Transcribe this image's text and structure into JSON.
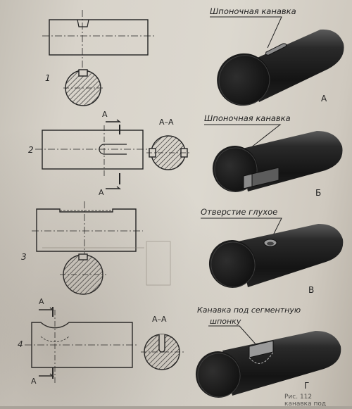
{
  "labels": {
    "keyway": "Шпоночная канавка",
    "keyway2": "Шпоночная канавка",
    "blind_hole": "Отверстие глухое",
    "segment_line1": "Канавка под сегментную",
    "segment_line2": "шпонку"
  },
  "numbers": [
    "1",
    "2",
    "3",
    "4"
  ],
  "letters": [
    "А",
    "Б",
    "В",
    "Г"
  ],
  "section": {
    "cut_letter": "А",
    "cut_title": "А–А"
  },
  "bleed_text": {
    "line1": "Рис. 112",
    "line2": "канавка под"
  },
  "colors": {
    "paper": "#dcd8cf",
    "ink": "#222222",
    "shaft": "#1b1b1b"
  }
}
